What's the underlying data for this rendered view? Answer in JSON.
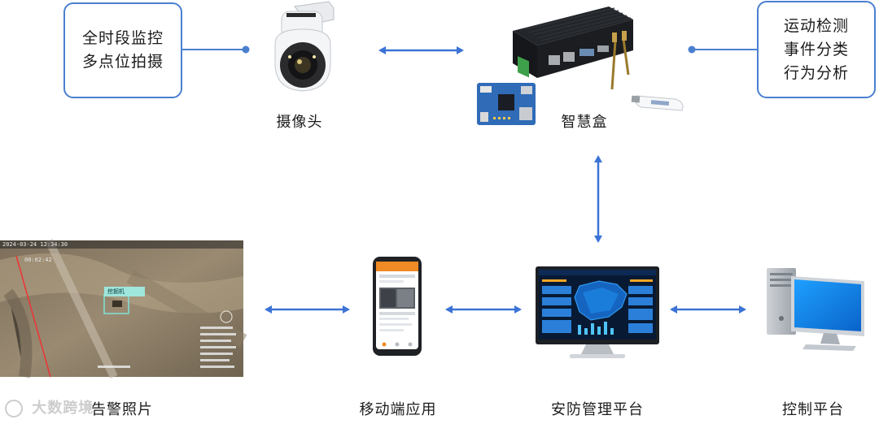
{
  "boxes": {
    "left": {
      "line1": "全时段监控",
      "line2": "多点位拍摄"
    },
    "right": {
      "line1": "运动检测",
      "line2": "事件分类",
      "line3": "行为分析"
    }
  },
  "labels": {
    "camera": "摄像头",
    "smartbox": "智慧盒",
    "alarm_photo": "告警照片",
    "mobile_app": "移动端应用",
    "security_platform": "安防管理平台",
    "control_platform": "控制平台"
  },
  "photo": {
    "timestamp": "2024-03-24 12:34:30",
    "sub_timestamp": "00:02:42",
    "tag": "挖掘机"
  },
  "watermark": "大数跨境",
  "colors": {
    "accent": "#4a7fd0",
    "arrow": "#3b73d6"
  }
}
